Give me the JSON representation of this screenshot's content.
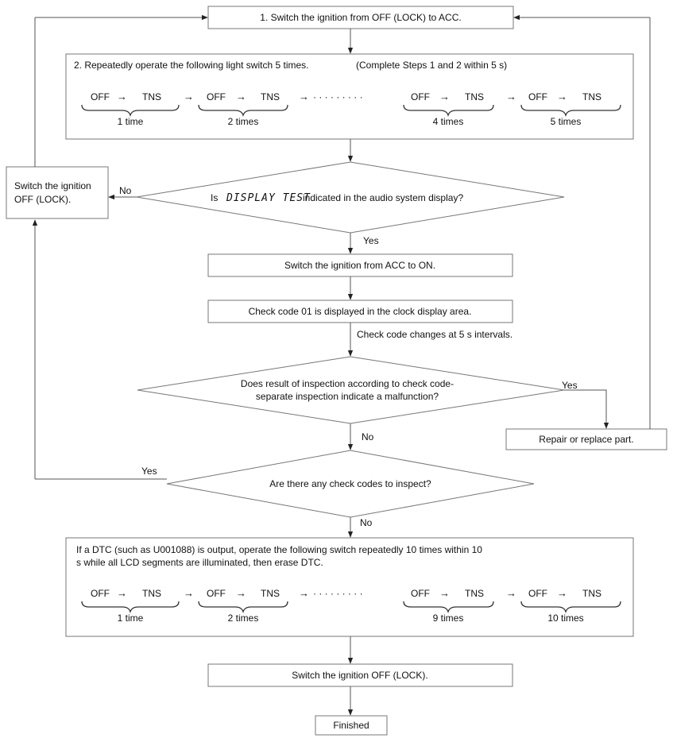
{
  "steps": {
    "s1": "1. Switch the ignition from OFF (LOCK) to ACC.",
    "s2_left": "2. Repeatedly operate the following light switch 5 times.",
    "s2_right": "(Complete Steps 1 and 2 within 5 s)",
    "switch_on": "Switch the ignition from ACC to ON.",
    "check_code_01": "Check code 01 is displayed in the clock display area.",
    "check_code_interval": "Check code changes at 5 s intervals.",
    "switch_off_left_line1": "Switch the ignition",
    "switch_off_left_line2": "OFF (LOCK).",
    "repair": "Repair or replace part.",
    "dtc_line1": "If a DTC (such as U001088) is output, operate the following switch repeatedly 10 times within 10",
    "dtc_line2": "s while all LCD segments are illuminated, then erase DTC.",
    "switch_off_final": "Switch the ignition OFF (LOCK).",
    "finished": "Finished"
  },
  "decisions": {
    "d1_prefix": "Is",
    "d1_lcd": "DISPLAY TEST",
    "d1_suffix": "indicated in the audio system display?",
    "d2_line1": "Does result of inspection according to check code-",
    "d2_line2": "separate inspection indicate a malfunction?",
    "d3": "Are there any check codes to inspect?"
  },
  "labels": {
    "yes": "Yes",
    "no": "No"
  },
  "sequence": {
    "off": "OFF",
    "tns": "TNS",
    "arrow": "→",
    "dots": "· · · · · · · · ·",
    "set1": [
      "1 time",
      "2 times",
      "4 times",
      "5 times"
    ],
    "set2": [
      "1 time",
      "2 times",
      "9 times",
      "10 times"
    ]
  }
}
